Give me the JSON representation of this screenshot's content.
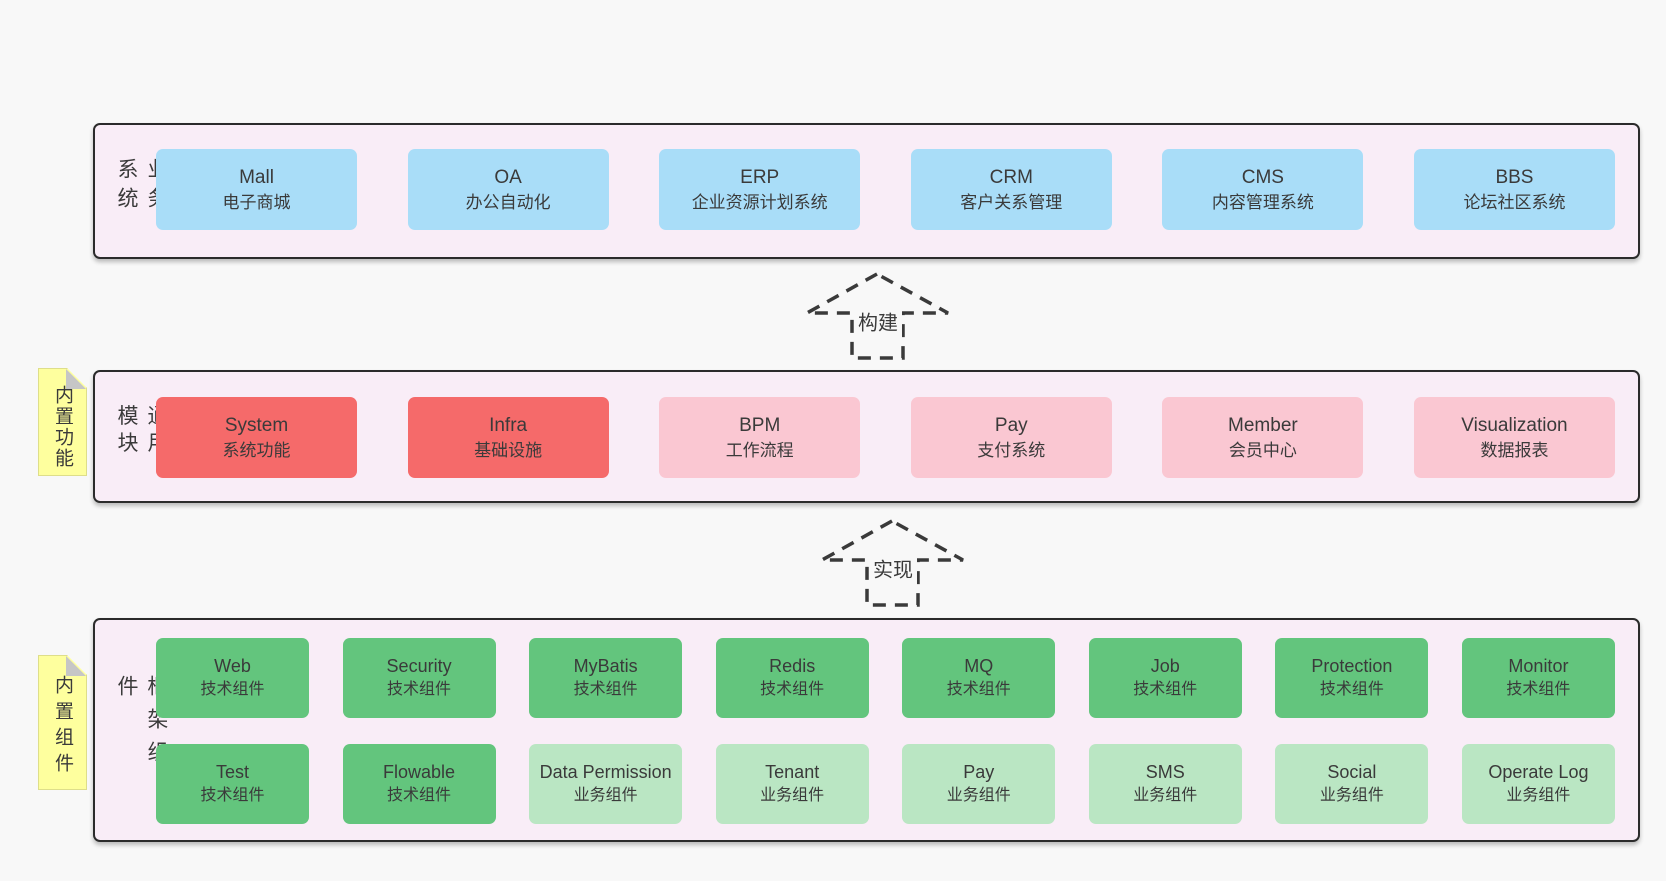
{
  "colors": {
    "page_bg": "#f8f8f8",
    "panel_bg": "#f9edf7",
    "panel_border": "#2b2b2b",
    "box_blue": "#a9ddf8",
    "box_red": "#f56a6a",
    "box_pink": "#fac7d2",
    "box_green": "#63c57d",
    "box_green_light": "#bae6c3",
    "note_yellow": "#feff9e",
    "note_fold": "#c6c6c6",
    "text_dark": "#3a3a3a",
    "arrow_stroke": "#3a3a3a"
  },
  "arrows": [
    {
      "label": "构建"
    },
    {
      "label": "实现"
    }
  ],
  "layers": {
    "business": {
      "label": "业务系统",
      "boxes": [
        {
          "name": "Mall",
          "desc": "电子商城",
          "variant": "blue"
        },
        {
          "name": "OA",
          "desc": "办公自动化",
          "variant": "blue"
        },
        {
          "name": "ERP",
          "desc": "企业资源计划系统",
          "variant": "blue"
        },
        {
          "name": "CRM",
          "desc": "客户关系管理",
          "variant": "blue"
        },
        {
          "name": "CMS",
          "desc": "内容管理系统",
          "variant": "blue"
        },
        {
          "name": "BBS",
          "desc": "论坛社区系统",
          "variant": "blue"
        }
      ]
    },
    "modules": {
      "label": "通用模块",
      "note": "内置功能",
      "boxes": [
        {
          "name": "System",
          "desc": "系统功能",
          "variant": "red"
        },
        {
          "name": "Infra",
          "desc": "基础设施",
          "variant": "red"
        },
        {
          "name": "BPM",
          "desc": "工作流程",
          "variant": "pink"
        },
        {
          "name": "Pay",
          "desc": "支付系统",
          "variant": "pink"
        },
        {
          "name": "Member",
          "desc": "会员中心",
          "variant": "pink"
        },
        {
          "name": "Visualization",
          "desc": "数据报表",
          "variant": "pink"
        }
      ]
    },
    "framework": {
      "label": "框架组件",
      "note": "内置组件",
      "row1": [
        {
          "name": "Web",
          "desc": "技术组件",
          "variant": "green"
        },
        {
          "name": "Security",
          "desc": "技术组件",
          "variant": "green"
        },
        {
          "name": "MyBatis",
          "desc": "技术组件",
          "variant": "green"
        },
        {
          "name": "Redis",
          "desc": "技术组件",
          "variant": "green"
        },
        {
          "name": "MQ",
          "desc": "技术组件",
          "variant": "green"
        },
        {
          "name": "Job",
          "desc": "技术组件",
          "variant": "green"
        },
        {
          "name": "Protection",
          "desc": "技术组件",
          "variant": "green"
        },
        {
          "name": "Monitor",
          "desc": "技术组件",
          "variant": "green"
        }
      ],
      "row2": [
        {
          "name": "Test",
          "desc": "技术组件",
          "variant": "green"
        },
        {
          "name": "Flowable",
          "desc": "技术组件",
          "variant": "green"
        },
        {
          "name": "Data Permission",
          "desc": "业务组件",
          "variant": "green-light"
        },
        {
          "name": "Tenant",
          "desc": "业务组件",
          "variant": "green-light"
        },
        {
          "name": "Pay",
          "desc": "业务组件",
          "variant": "green-light"
        },
        {
          "name": "SMS",
          "desc": "业务组件",
          "variant": "green-light"
        },
        {
          "name": "Social",
          "desc": "业务组件",
          "variant": "green-light"
        },
        {
          "name": "Operate Log",
          "desc": "业务组件",
          "variant": "green-light"
        }
      ]
    }
  }
}
